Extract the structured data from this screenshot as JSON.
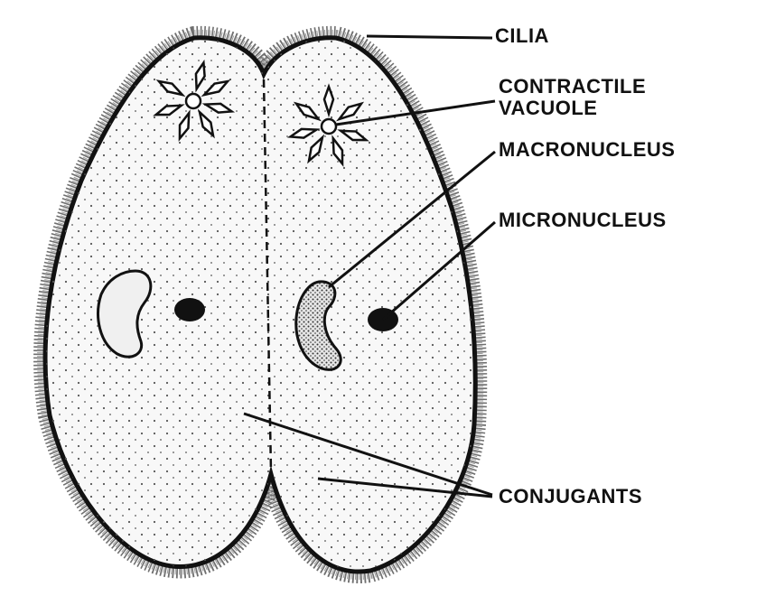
{
  "diagram": {
    "labels": {
      "cilia": "CILIA",
      "contractile_vacuole_line1": "CONTRACTILE",
      "contractile_vacuole_line2": "VACUOLE",
      "macronucleus": "MACRONUCLEUS",
      "micronucleus": "MICRONUCLEUS",
      "conjugants": "CONJUGANTS"
    },
    "colors": {
      "outline": "#111111",
      "cilia": "#777777",
      "cytoplasm": "#f6f6f6",
      "stipple": "#555555",
      "background": "#ffffff"
    }
  }
}
